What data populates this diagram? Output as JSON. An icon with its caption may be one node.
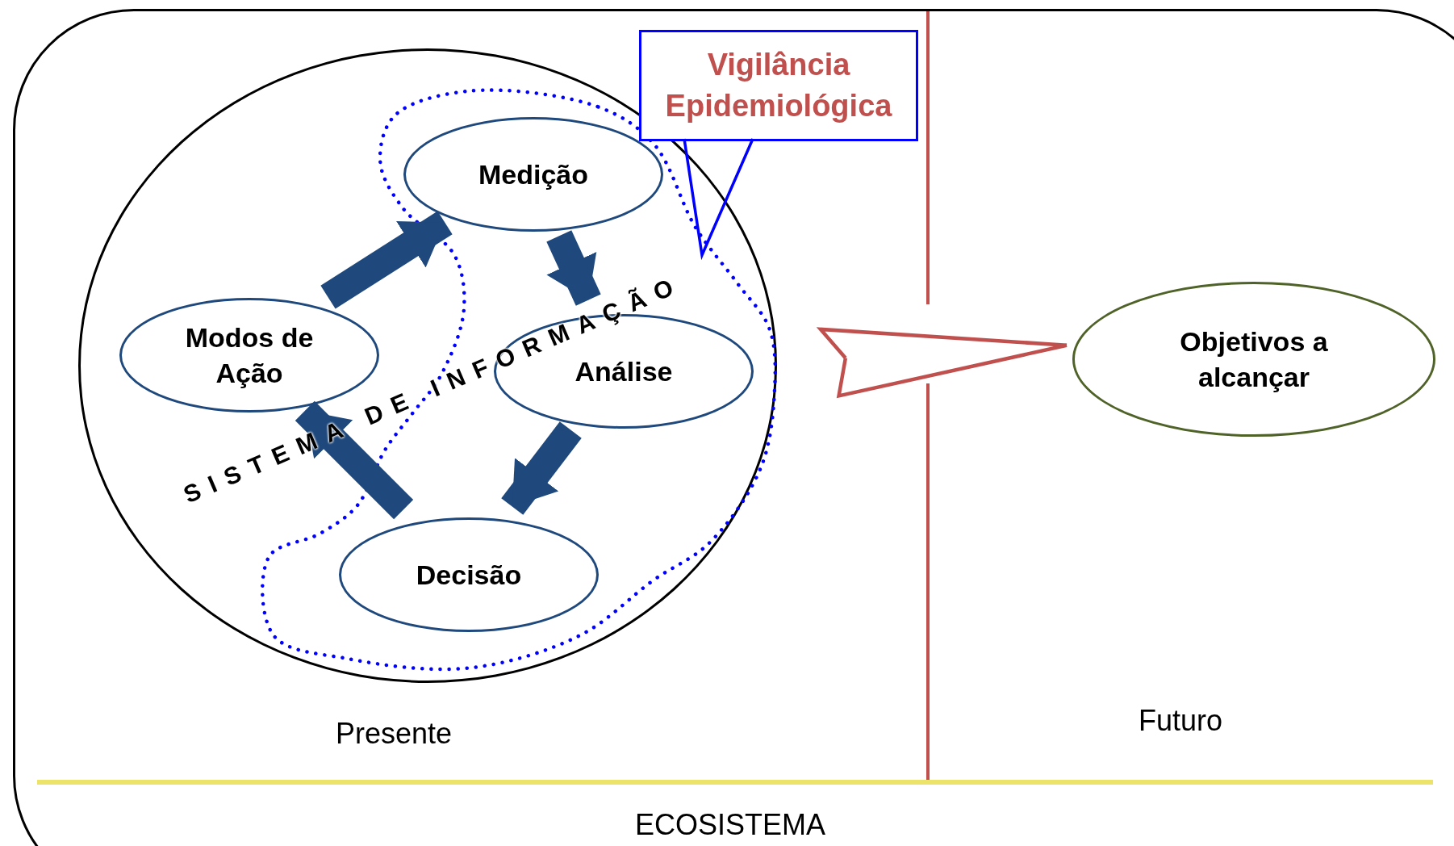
{
  "diagram": {
    "nodes": [
      {
        "text": [
          "ECOSISTEMA"
        ]
      },
      {
        "text": [],
        "shape": "circle",
        "in": 0
      },
      {
        "text": [],
        "shape": "cloud",
        "in": 1
      },
      {
        "text": [
          "Vigilância Epidemiológica"
        ],
        "in": 0
      },
      {
        "text": [
          "Medição"
        ],
        "in": 2
      },
      {
        "text": [
          "Modos de Ação"
        ],
        "in": 1
      },
      {
        "text": [
          "Análise"
        ],
        "in": 2
      },
      {
        "text": [
          "Decisão"
        ],
        "in": 2
      },
      {
        "text": [
          "Objetivos a alcançar"
        ],
        "in": 0
      }
    ],
    "edges": [
      {
        "from": 5,
        "to": 4,
        "arrow": "to"
      },
      {
        "from": 4,
        "to": 6,
        "arrow": "to"
      },
      {
        "from": 6,
        "to": 7,
        "arrow": "to"
      },
      {
        "from": 7,
        "to": 5,
        "arrow": "to"
      },
      {
        "from": 1,
        "to": 8,
        "arrow": "to",
        "color": "#c0504d"
      },
      {
        "from": 3,
        "to": 2,
        "arrow": "none",
        "color": "#0000ff"
      }
    ],
    "labels": [
      "SISTEMA DE INFORMAÇÃO",
      "Presente",
      "Futuro"
    ]
  }
}
